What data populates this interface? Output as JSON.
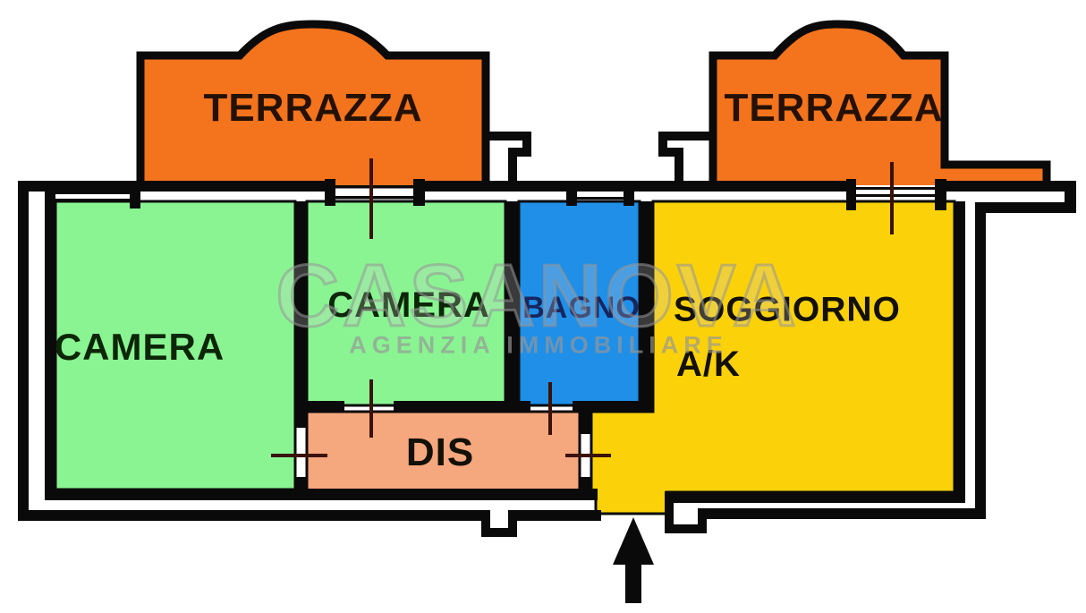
{
  "watermark": {
    "brand": "CASANOVA",
    "tagline": "AGENZIA IMMOBILIARE"
  },
  "rooms": {
    "terrazza_left": {
      "label": "TERRAZZA",
      "color": "#F4731D"
    },
    "terrazza_right": {
      "label": "TERRAZZA",
      "color": "#F4731D"
    },
    "camera_left": {
      "label": "CAMERA",
      "color": "#8AF493"
    },
    "camera_middle": {
      "label": "CAMERA",
      "color": "#8AF493"
    },
    "bagno": {
      "label": "BAGNO",
      "color": "#1F8FE8"
    },
    "soggiorno": {
      "label": "SOGGIORNO",
      "sublabel": "A/K",
      "color": "#FBD20A"
    },
    "dis": {
      "label": "DIS",
      "color": "#F5A77E"
    }
  },
  "colors": {
    "wall": "#0A0A0A",
    "door_line": "#3A1208",
    "terrazza_label_text": "#241103",
    "camera_label_text": "#0D2607",
    "bagno_label_text": "#17265E",
    "watermark_gray": "#B8B8B8",
    "background": "#FFFFFF"
  },
  "icons": {
    "entrance_arrow": "up-arrow"
  }
}
